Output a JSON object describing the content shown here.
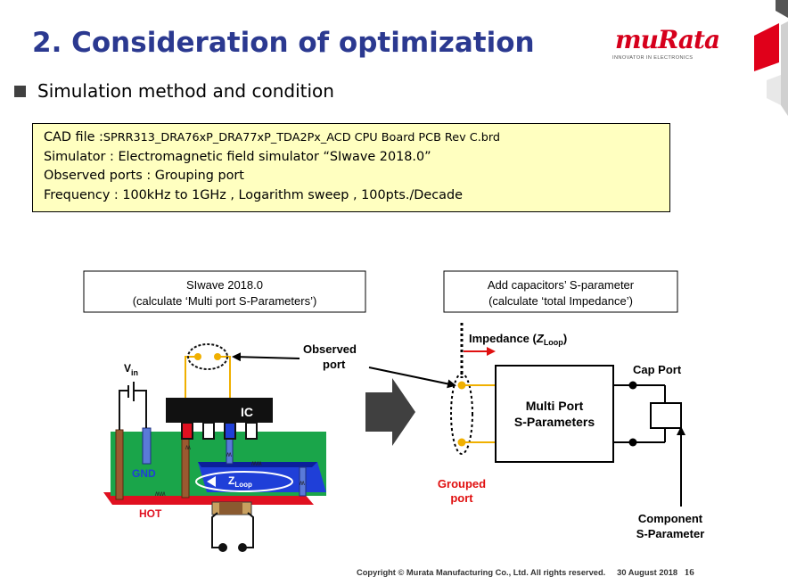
{
  "slide": {
    "title": "2. Consideration of optimization",
    "subtitle": "Simulation method and condition"
  },
  "logo": {
    "name": "muRata",
    "tagline": "INNOVATOR IN ELECTRONICS",
    "color": "#d6001c"
  },
  "conditions": {
    "cad_label": "CAD file :",
    "cad_value": "SPRR313_DRA76xP_DRA77xP_TDA2Px_ACD CPU Board PCB Rev C.brd",
    "simulator": "Simulator : Electromagnetic field simulator  “SIwave 2018.0”",
    "ports": "Observed ports : Grouping port",
    "frequency": "Frequency : 100kHz to 1GHz , Logarithm sweep , 100pts./Decade"
  },
  "left_box": {
    "line1": "SIwave 2018.0",
    "line2": "(calculate ‘Multi port S-Parameters’)"
  },
  "right_box": {
    "line1": "Add capacitors’ S-parameter",
    "line2": "(calculate ‘total Impedance’)"
  },
  "pcb": {
    "vin": "V",
    "vin_sub": "in",
    "ic": "IC",
    "gnd": "GND",
    "hot": "HOT",
    "zloop": "Z",
    "zloop_sub": "Loop"
  },
  "labels": {
    "observed_port_1": "Observed",
    "observed_port_2": "port",
    "impedance": "Impedance (",
    "impedance_z": "Z",
    "impedance_sub": "Loop",
    "impedance_end": ")",
    "cap_port": "Cap Port",
    "multi_port_1": "Multi Port",
    "multi_port_2": "S-Parameters",
    "grouped_1": "Grouped",
    "grouped_2": "port",
    "component_1": "Component",
    "component_2": "S-Parameter"
  },
  "footer": {
    "copyright": "Copyright © Murata Manufacturing Co., Ltd. All rights reserved.",
    "date": "30 August 2018",
    "page": "16"
  },
  "colors": {
    "title": "#2b3990",
    "box_fill": "#ffffc0",
    "pcb_green": "#1aa54a",
    "pcb_blue": "#1f3fd8",
    "pcb_red": "#e01020",
    "wire_yellow": "#f0b000",
    "grouped_red": "#e01010"
  }
}
